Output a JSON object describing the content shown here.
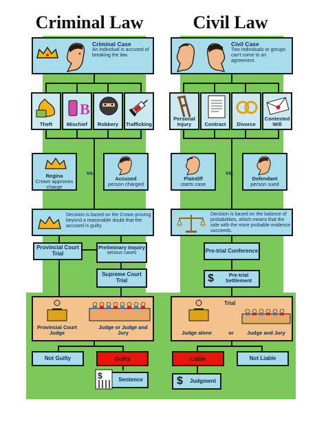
{
  "criminal": {
    "title": "Criminal Law",
    "case_title": "Criminal Case",
    "case_desc": "An individual is accused of breaking the law.",
    "offences": [
      "Theft",
      "Mischief",
      "Robbery",
      "Trafficking"
    ],
    "regina": "Regina",
    "regina_desc": "Crown approves charge",
    "vs": "vs.",
    "accused": "Accused",
    "accused_desc": "person charged",
    "decision": "Decision is based on the Crown proving beyond a reasonable doubt that the accused is guilty.",
    "provincial_trial": "Provincial Court Trial",
    "preliminary_inquiry": "Preliminary Inquiry",
    "preliminary_note": "serious cases",
    "supreme_trial": "Supreme Court Trial",
    "judge_label": "Provincial Court Judge",
    "jury_label": "Judge or Judge and Jury",
    "not_guilty": "Not Guilty",
    "guilty": "Guilty",
    "sentence": "Sentence"
  },
  "civil": {
    "title": "Civil Law",
    "case_title": "Civil Case",
    "case_desc": "Two individuals or groups can't come to an agreement.",
    "disputes": [
      "Personal Injury",
      "Contract",
      "Divorce",
      "Contested Will"
    ],
    "plaintiff": "Plaintiff",
    "plaintiff_desc": "starts case",
    "vs": "vs.",
    "defendant": "Defendant",
    "defendant_desc": "person sued",
    "decision": "Decision is based on the balance of probabilities, which means that the side with the more probable evidence succeeds.",
    "pretrial_conference": "Pre-trial Conference",
    "pretrial_settlement": "Pre-trial Settlement",
    "trial": "Trial",
    "judge_alone": "Judge alone",
    "or": "or",
    "judge_jury": "Judge and Jury",
    "liable": "Liable",
    "not_liable": "Not Liable",
    "judgment": "Judgment"
  },
  "colors": {
    "green": "#7cc85a",
    "box_blue": "#a9dcea",
    "red": "#e8150f",
    "tan": "#f4c28c",
    "navy": "#0c2c55"
  }
}
